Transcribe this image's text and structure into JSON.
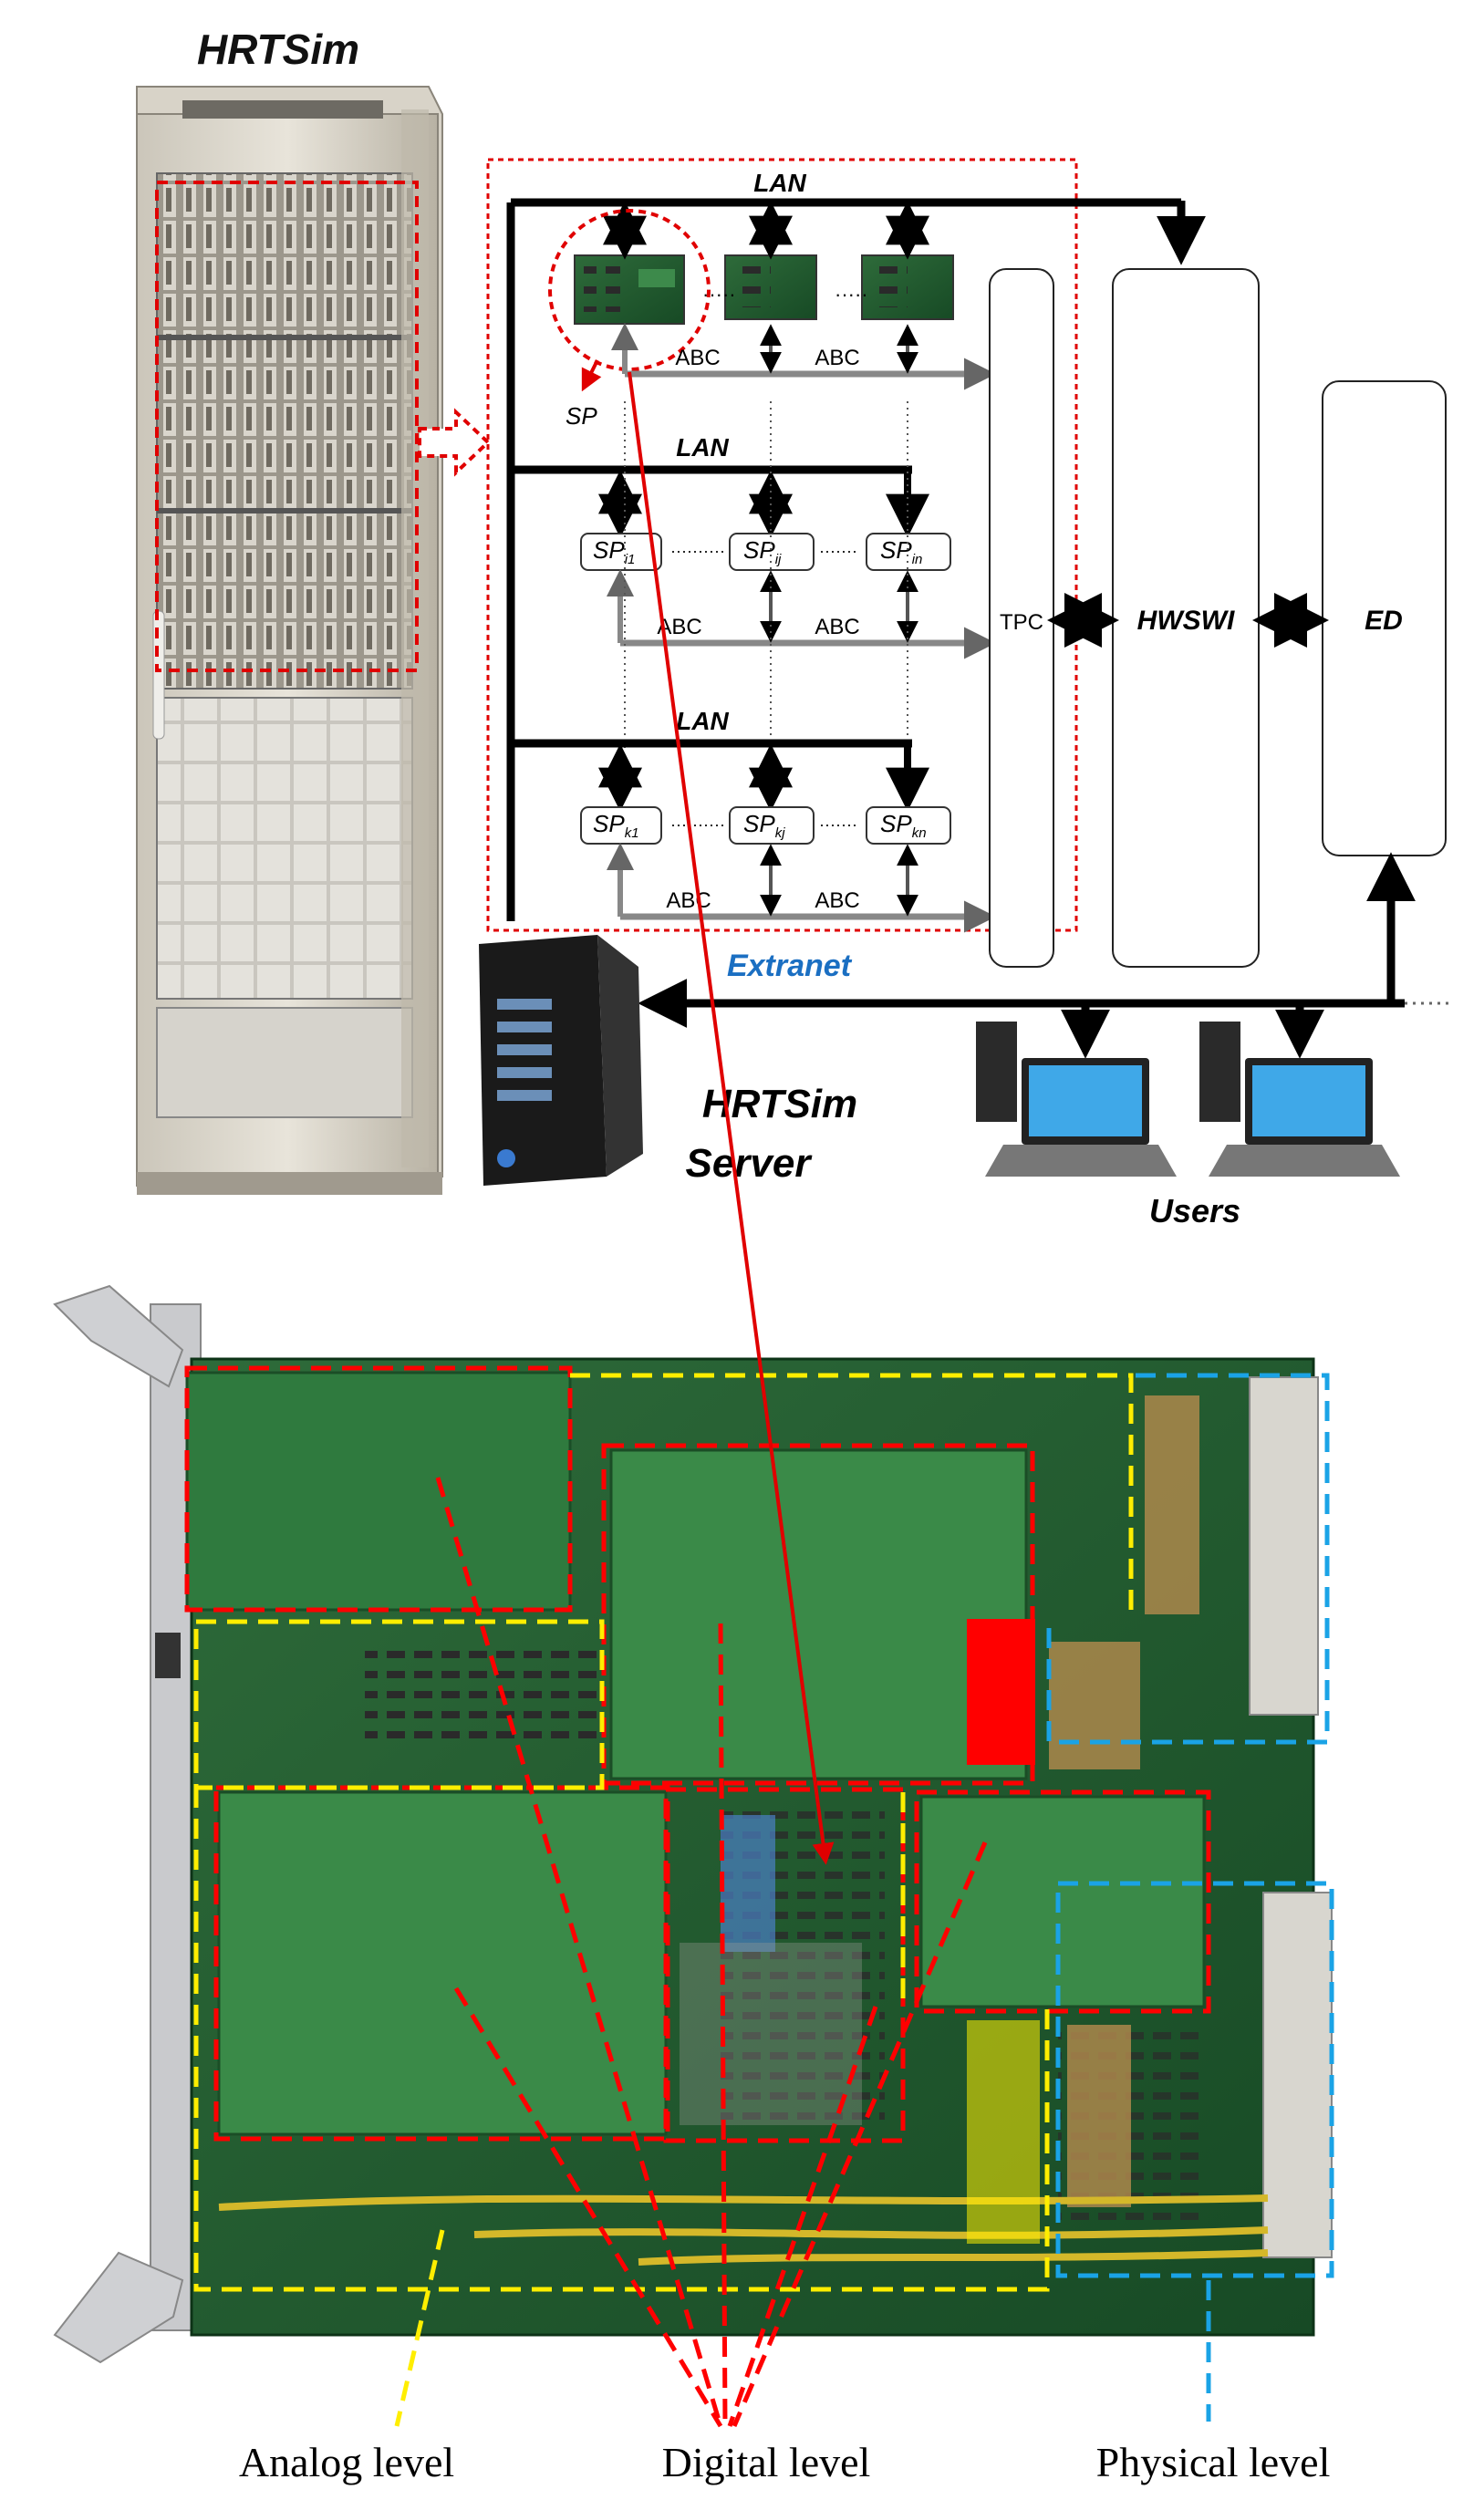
{
  "title": "HRTSim",
  "server_label_1": "HRTSim",
  "server_label_2": "Server",
  "users_label": "Users",
  "extranet_label": "Extranet",
  "lan_label": "LAN",
  "abc_label": "ABC",
  "sp_label": "SP",
  "sp_row1": {
    "first_sub": "i1",
    "mid_sub": "ij",
    "last_sub": "in"
  },
  "sp_row2": {
    "first_sub": "k1",
    "mid_sub": "kj",
    "last_sub": "kn"
  },
  "tpc_label": "TPC",
  "hwswi_label": "HWSWI",
  "ed_label": "ED",
  "levels": {
    "analog": "Analog level",
    "digital": "Digital level",
    "physical": "Physical level"
  },
  "colors": {
    "analog": "#ffee00",
    "digital": "#ff0000",
    "physical": "#1aa3e6",
    "extranet": "#1b6fc2",
    "board": "#1f5a2c"
  }
}
